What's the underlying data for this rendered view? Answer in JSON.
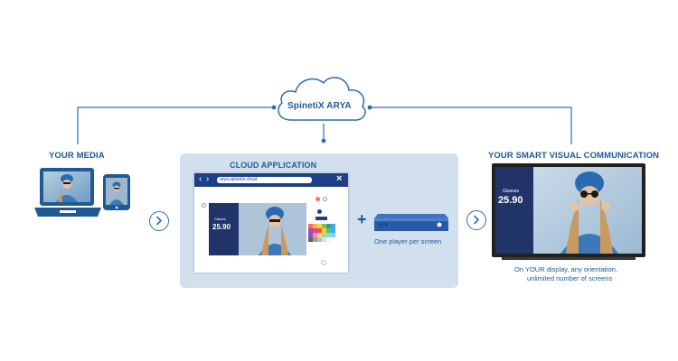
{
  "cloud": {
    "label": "SpinetiX ARYA"
  },
  "media": {
    "label": "YOUR MEDIA"
  },
  "cloud_app": {
    "label": "CLOUD APPLICATION",
    "url": "arya.spinetix.cloud",
    "preview_price": "25.90",
    "preview_caption": "Glasses"
  },
  "player": {
    "caption": "One player per screen"
  },
  "smart": {
    "label": "YOUR SMART VISUAL COMMUNICATION",
    "price": "25.90",
    "price_caption": "Glasses",
    "caption_line1": "On YOUR display, any orientation,",
    "caption_line2": "unlimited number of screens"
  },
  "colors": {
    "accent": "#2d6db2",
    "dark_navy": "#1d3f86",
    "panel": "#d2e0ee"
  }
}
